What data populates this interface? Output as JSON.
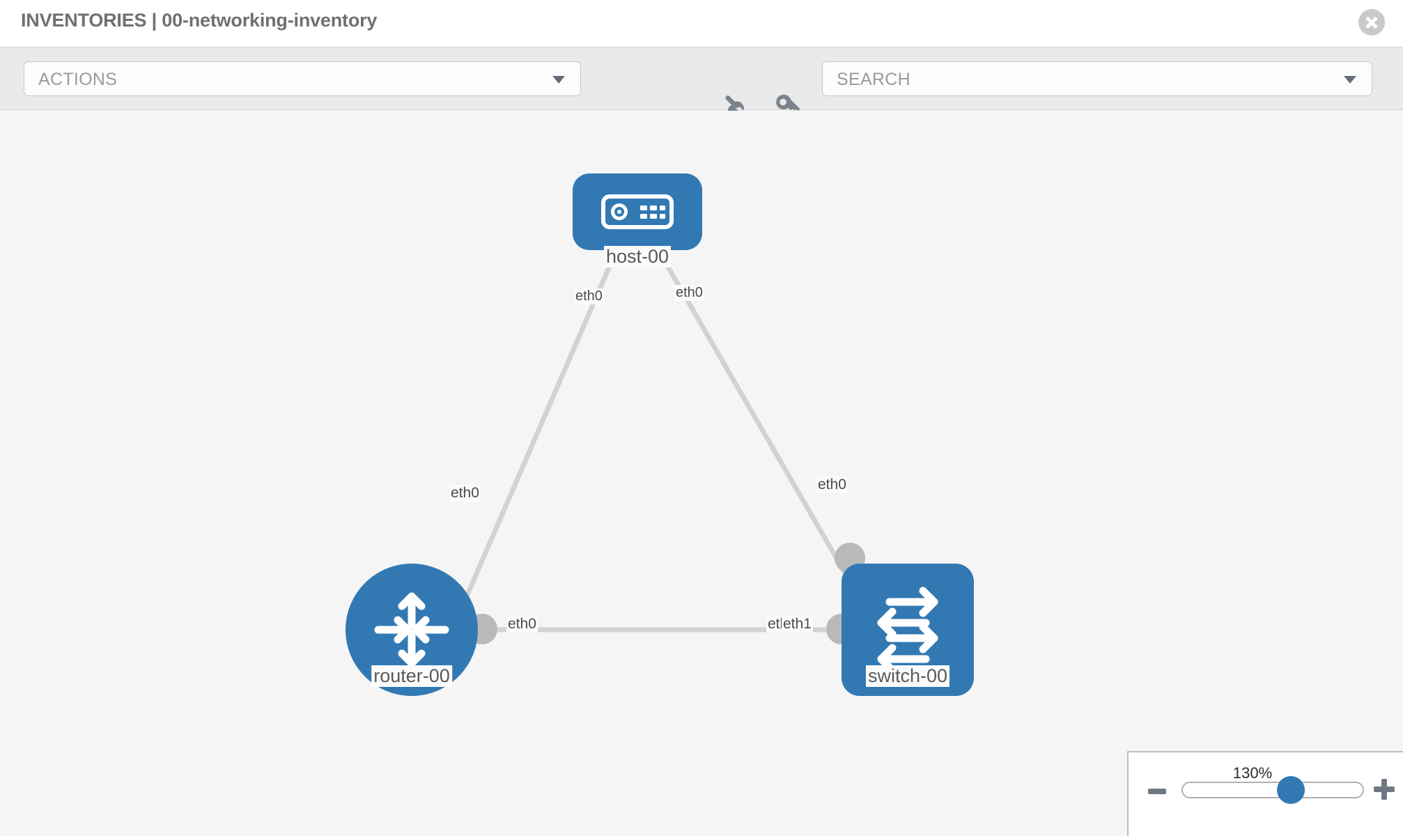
{
  "header": {
    "title": "INVENTORIES | 00-networking-inventory",
    "close_label": "close-icon"
  },
  "toolbar": {
    "actions_value": "ACTIONS",
    "search_placeholder": "SEARCH",
    "wrench_icon": "wrench-icon",
    "key_icon": "key-icon",
    "caret_icon": "chevron-down-icon"
  },
  "topology": {
    "accent_color": "#3279b3",
    "link_color": "#d2d2d2",
    "endpoint_color": "#b9b9b9",
    "canvas_background": "#f5f5f5",
    "nodes": [
      {
        "id": "host",
        "label": "host-00",
        "icon": "server-icon",
        "shape": "rounded-rect"
      },
      {
        "id": "router",
        "label": "router-00",
        "icon": "router-arrows-icon",
        "shape": "circle"
      },
      {
        "id": "switch",
        "label": "switch-00",
        "icon": "switch-arrows-icon",
        "shape": "rounded-square"
      }
    ],
    "links": [
      {
        "from": "host",
        "to": "router",
        "from_iface": "eth0",
        "to_iface": "eth0"
      },
      {
        "from": "host",
        "to": "switch",
        "from_iface": "eth0",
        "to_iface": "eth0"
      },
      {
        "from": "router",
        "to": "switch",
        "from_iface": "eth0",
        "to_iface": "eth1"
      }
    ],
    "iface_labels": {
      "host_left": "eth0",
      "host_right": "eth0",
      "router_up": "eth0",
      "switch_up": "eth0",
      "router_right": "eth0",
      "switch_left_under": "eth",
      "switch_left": "eth1"
    }
  },
  "zoom_control": {
    "value": "130%",
    "minus_label": "zoom-out",
    "plus_label": "zoom-in",
    "slider_position_percent": 60
  }
}
